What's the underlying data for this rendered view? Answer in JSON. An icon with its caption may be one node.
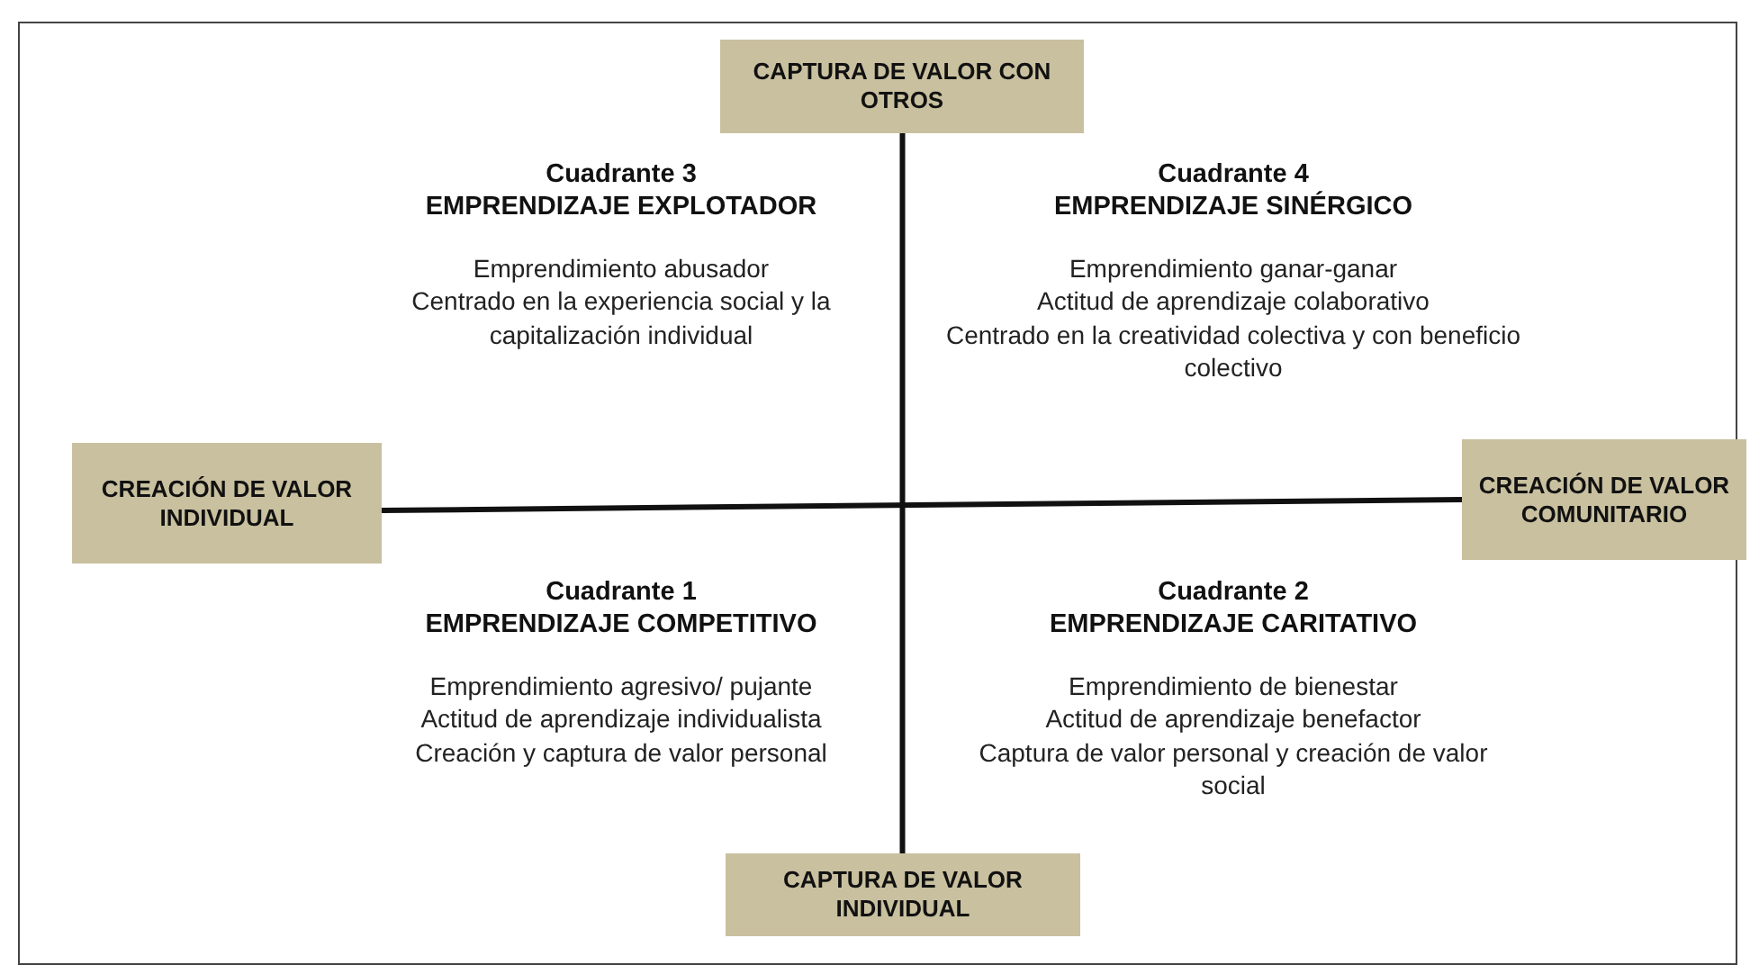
{
  "diagram": {
    "nodes": [
      {
        "text": [
          "CAPTURA DE VALOR CON OTROS"
        ]
      },
      {
        "text": [
          "CREACIÓN DE VALOR INDIVIDUAL"
        ]
      },
      {
        "text": [
          "CREACIÓN DE VALOR COMUNITARIO"
        ]
      },
      {
        "text": [
          "CAPTURA DE VALOR INDIVIDUAL"
        ]
      }
    ],
    "edges": [
      {
        "from": 0,
        "to": 3,
        "arrow": "none"
      },
      {
        "from": 1,
        "to": 2,
        "arrow": "none"
      }
    ],
    "labels": [
      "Cuadrante 3",
      "EMPRENDIZAJE EXPLOTADOR",
      "Emprendimiento abusador",
      "Centrado en la experiencia social y la capitalización individual",
      "Cuadrante 4",
      "EMPRENDIZAJE SINÉRGICO",
      "Emprendimiento ganar-ganar",
      "Actitud de aprendizaje colaborativo",
      "Centrado en la creatividad colectiva y con beneficio colectivo",
      "Cuadrante 1",
      "EMPRENDIZAJE COMPETITIVO",
      "Emprendimiento agresivo/ pujante",
      "Actitud de aprendizaje individualista",
      "Creación y captura de valor personal",
      "Cuadrante 2",
      "EMPRENDIZAJE CARITATIVO",
      "Emprendimiento de bienestar",
      "Actitud de aprendizaje benefactor",
      "Captura de valor personal y creación de valor social"
    ]
  }
}
